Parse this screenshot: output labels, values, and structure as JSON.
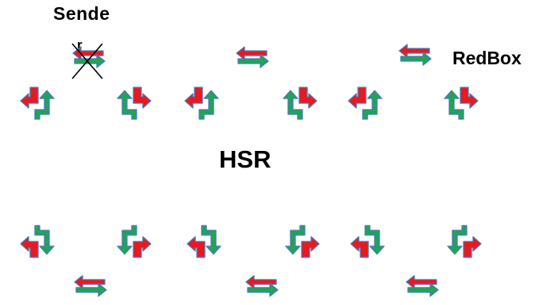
{
  "labels": {
    "sender_line1": "Sende",
    "sender_line2": "r",
    "redbox": "RedBox",
    "ring": "HSR"
  },
  "colors": {
    "red": "#e8191f",
    "green": "#20a455",
    "outline": "#4a7ab8",
    "text": "#000000"
  },
  "icons": {
    "top_left_junction": "corner-arrow-left-up-icon",
    "top_right_junction": "corner-arrow-up-right-icon",
    "bottom_left_junction": "corner-arrow-left-down-icon",
    "bottom_right_junction": "corner-arrow-down-right-icon",
    "link": "bidirectional-arrows-icon",
    "disconnected": "cross-icon"
  }
}
